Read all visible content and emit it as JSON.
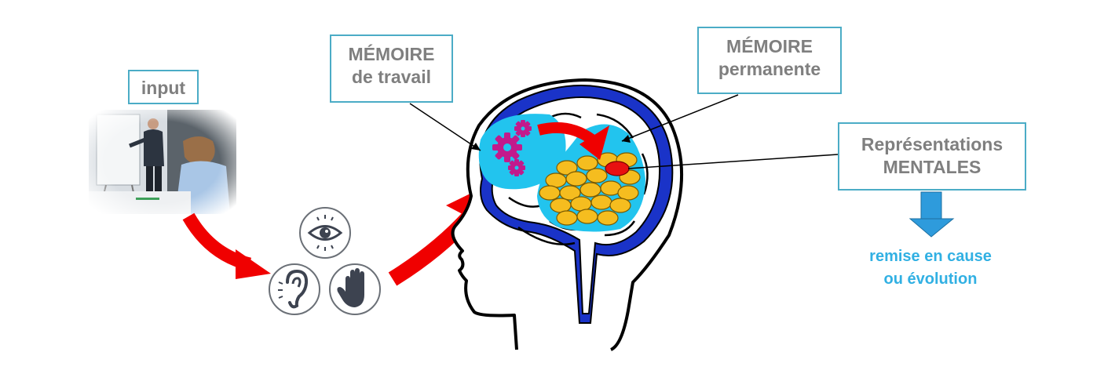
{
  "labels": {
    "input": "input",
    "working_memory": [
      "MÉMOIRE",
      "de travail"
    ],
    "permanent_memory": [
      "MÉMOIRE",
      "permanente"
    ],
    "mental_representations": [
      "Représentations",
      "MENTALES"
    ]
  },
  "note": [
    "remise en cause",
    "ou évolution"
  ],
  "senses": [
    "eye-icon",
    "ear-icon",
    "hand-icon"
  ],
  "colors": {
    "box_border": "#4bacc6",
    "label_text": "#7f7f7f",
    "note_text": "#31b0e3",
    "arrow_red": "#f00000",
    "brain_outline_blue": "#1a33c8",
    "memory_zone": "#22c4ee",
    "gears": "#c21a8c",
    "memory_cells": "#f5bd1f",
    "down_arrow": "#2e9bdc"
  }
}
